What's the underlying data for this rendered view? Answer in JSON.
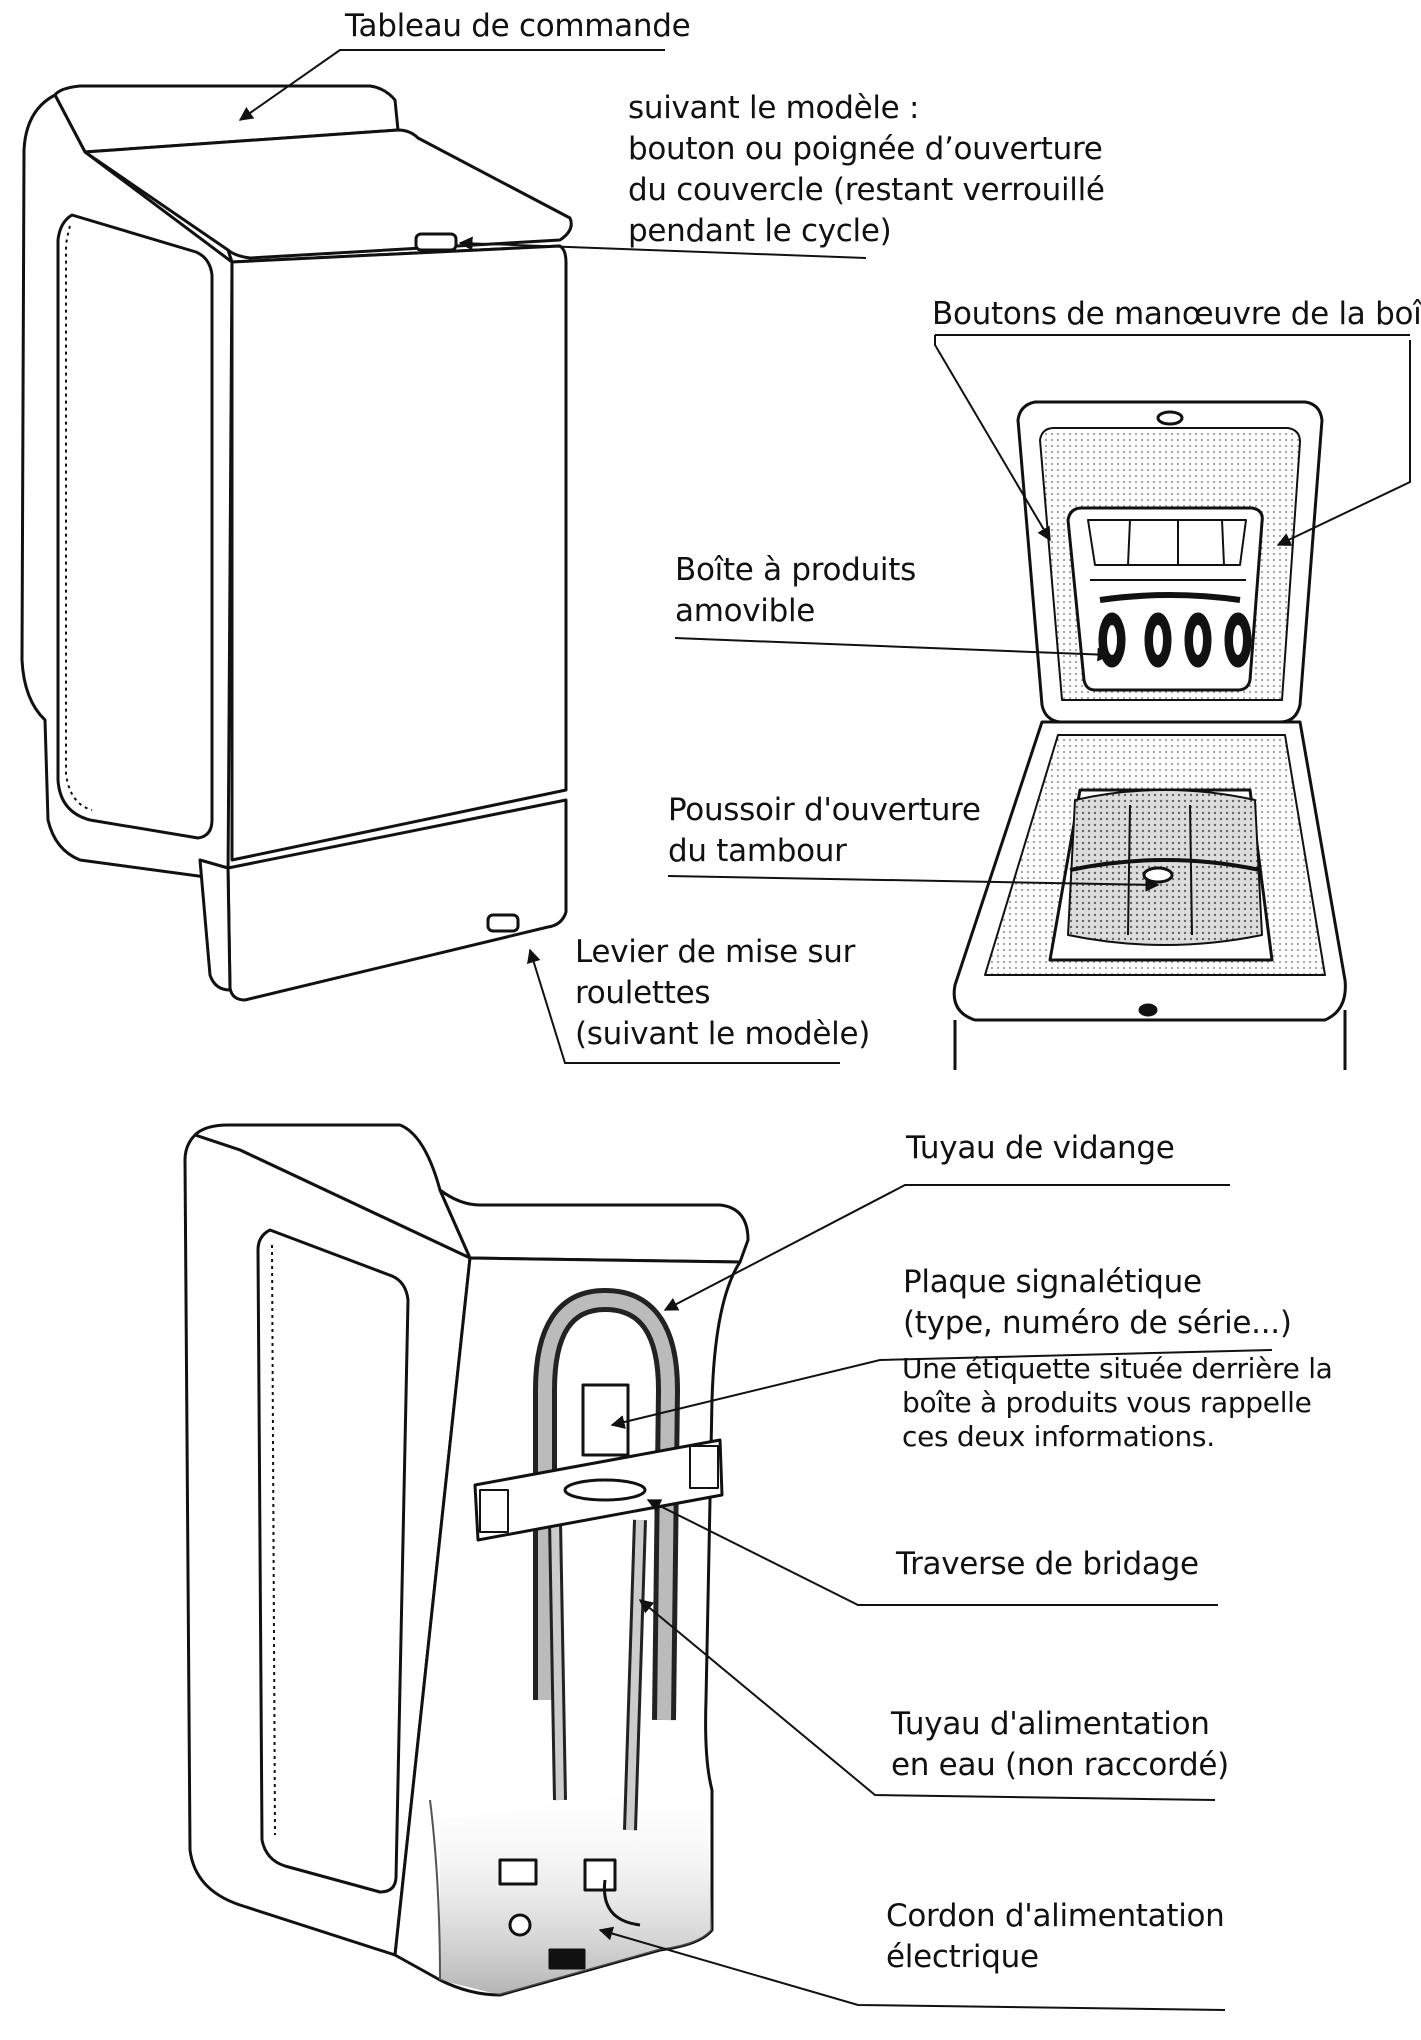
{
  "labels": {
    "tableau": [
      "Tableau de commande"
    ],
    "bouton_couvercle": [
      "suivant le modèle :",
      "bouton ou poignée d’ouverture",
      "du couvercle (restant verrouillé",
      "pendant le cycle)"
    ],
    "boutons_boite": [
      "Boutons de manœuvre de la boîte"
    ],
    "boite_produits": [
      "Boîte à produits",
      "amovible"
    ],
    "poussoir": [
      "Poussoir d'ouverture",
      "du tambour"
    ],
    "levier": [
      "Levier de mise sur",
      "roulettes",
      "(suivant le modèle)"
    ],
    "tuyau_vidange": [
      "Tuyau de vidange"
    ],
    "plaque": [
      "Plaque signalétique",
      "(type, numéro de série...)"
    ],
    "plaque_note": [
      "Une étiquette située derrière la",
      "boîte à produits vous rappelle",
      "ces deux informations."
    ],
    "traverse": [
      "Traverse de bridage"
    ],
    "tuyau_alimentation": [
      "Tuyau d'alimentation",
      "en eau (non raccordé)"
    ],
    "cordon": [
      "Cordon d'alimentation",
      "électrique"
    ]
  }
}
